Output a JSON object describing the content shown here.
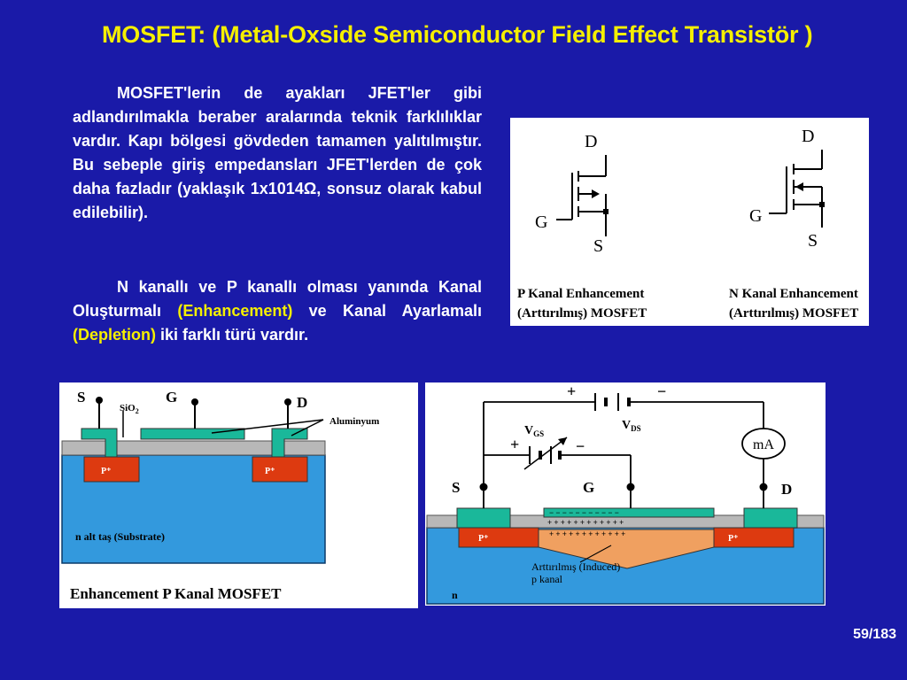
{
  "slide": {
    "title": "MOSFET: (Metal-Oxside Semiconductor Field Effect Transistör )",
    "paragraph1": "MOSFET'lerin de ayakları JFET'ler gibi adlandırılmakla beraber aralarında teknik farklılıklar vardır. Kapı bölgesi gövdeden tamamen yalıtılmıştır. Bu sebeple giriş empedansları JFET'lerden de çok daha fazladır (yaklaşık 1x1014Ω, sonsuz olarak kabul edilebilir).",
    "paragraph2": {
      "part1": "N kanallı ve P kanallı olması yanında Kanal Oluşturmalı ",
      "enhancement": "(Enhancement)",
      "part2": " ve Kanal Ayarlamalı ",
      "depletion": "(Depletion)",
      "part3": " iki farklı türü vardır."
    },
    "page_number": "59/183"
  },
  "symbols_figure": {
    "left": {
      "label_d": "D",
      "label_g": "G",
      "label_s": "S",
      "caption1": "P Kanal Enhancement",
      "caption2": "(Arttırılmış) MOSFET"
    },
    "right": {
      "label_d": "D",
      "label_g": "G",
      "label_s": "S",
      "caption1": "N Kanal Enhancement",
      "caption2": "(Arttırılmış) MOSFET"
    }
  },
  "structure_figure": {
    "label_s": "S",
    "label_g": "G",
    "label_d": "D",
    "sio2": "SiO",
    "sio2_sub": "2",
    "aluminyum": "Aluminyum",
    "p_plus_left": "P⁺",
    "p_plus_right": "P⁺",
    "substrate": "n alt taş  (Substrate)",
    "caption": "Enhancement  P Kanal MOSFET"
  },
  "circuit_figure": {
    "plus_top": "+",
    "minus_top": "−",
    "vds": "V",
    "vds_sub": "DS",
    "vgs": "V",
    "vgs_sub": "GS",
    "plus_gs": "+",
    "minus_gs": "−",
    "ma": "mA",
    "label_s": "S",
    "label_g": "G",
    "label_d": "D",
    "p_plus_left": "P⁺",
    "p_plus_right": "P⁺",
    "minus_row": "− − − − − − − − − − −",
    "plus_row1": "+ + + + + + + + + + + +",
    "plus_row2": "+ + + + + + + + + + + +",
    "induced1": "Arttırılmış (Induced)",
    "induced2": "p kanal",
    "n_label": "n"
  },
  "colors": {
    "background": "#1a1aa8",
    "title": "#f5ef00",
    "substrate": "#3399dd",
    "p_region": "#dd3a10",
    "contact": "#1ab89a",
    "oxide": "#b8b8b8"
  }
}
